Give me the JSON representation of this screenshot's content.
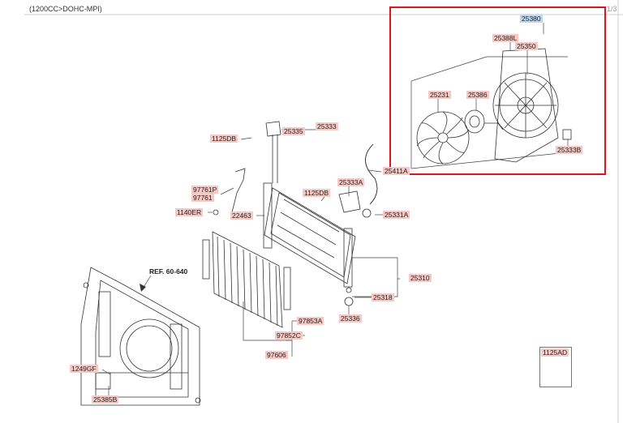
{
  "header": {
    "engine_spec": "(1200CC>DOHC-MPI)",
    "page_indicator": "1/3"
  },
  "reference": {
    "label": "REF. 60-640"
  },
  "fan_assembly": {
    "assembly": "25380",
    "shroud_label": "25388L",
    "shroud": "25350",
    "fan_blade": "25231",
    "motor": "25386",
    "clip": "25333B"
  },
  "radiator_parts": {
    "hose_upper": "25411A",
    "cap_bracket": "25333",
    "cap": "25335",
    "bolt_a": "1125DB",
    "bolt_b": "1125DB",
    "bracket_a": "25333A",
    "bracket_b": "25331A",
    "radiator": "25310",
    "drain": "25318",
    "mount": "25336"
  },
  "condenser_parts": {
    "pipe_p": "97761P",
    "pipe": "97761",
    "bolt_er": "1140ER",
    "bracket": "22463",
    "condenser_a": "97853A",
    "condenser_c": "97852C",
    "condenser": "97606"
  },
  "carrier_parts": {
    "bolt_gf": "1249GF",
    "bracket": "25385B"
  },
  "inset": {
    "bolt": "1125AD"
  }
}
